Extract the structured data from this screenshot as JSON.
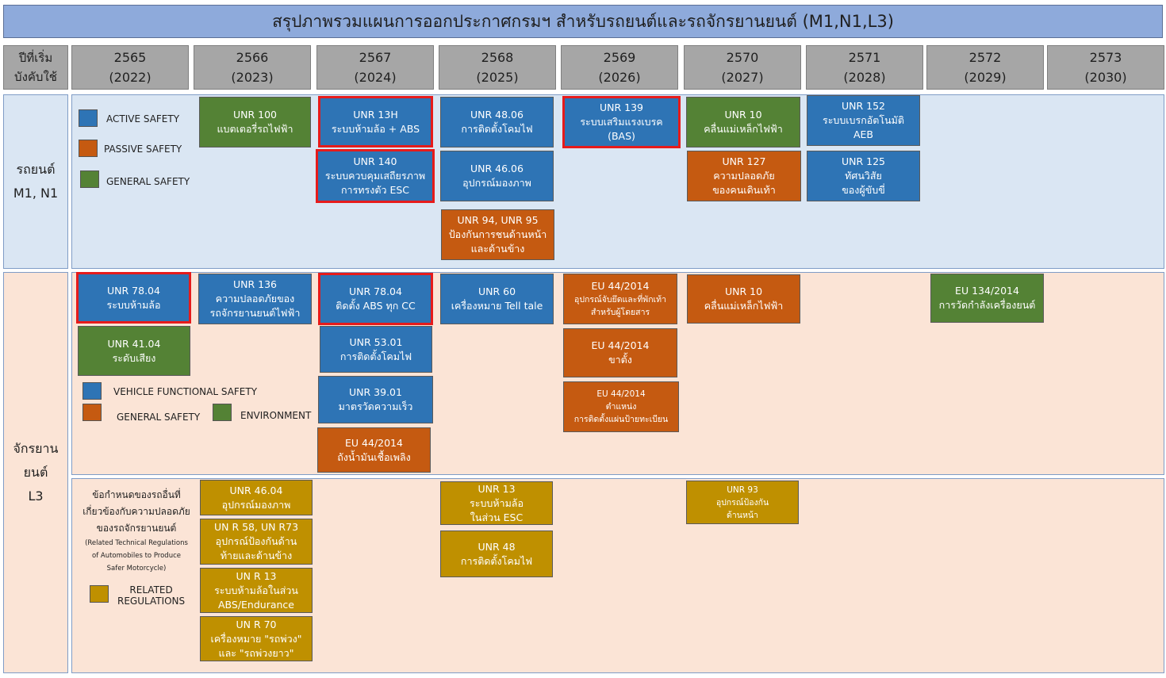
{
  "title": "สรุปภาพรวมแผนการออกประกาศกรมฯ สำหรับรถยนต์และรถจักรยานยนต์ (M1,N1,L3)",
  "header": {
    "first": [
      "ปีที่เริ่ม",
      "บังคับใช้"
    ],
    "years": [
      {
        "be": "2565",
        "ce": "(2022)"
      },
      {
        "be": "2566",
        "ce": "(2023)"
      },
      {
        "be": "2567",
        "ce": "(2024)"
      },
      {
        "be": "2568",
        "ce": "(2025)"
      },
      {
        "be": "2569",
        "ce": "(2026)"
      },
      {
        "be": "2570",
        "ce": "(2027)"
      },
      {
        "be": "2571",
        "ce": "(2028)"
      },
      {
        "be": "2572",
        "ce": "(2029)"
      },
      {
        "be": "2573",
        "ce": "(2030)"
      }
    ]
  },
  "sections": {
    "car_label": [
      "รถยนต์",
      "M1, N1"
    ],
    "moto_label": [
      "จักรยาน",
      "ยนต์",
      "L3"
    ]
  },
  "colors": {
    "active_safety": "#2e74b5",
    "passive_safety": "#c55a11",
    "general_safety": "#548235",
    "related": "#bf9000",
    "highlight": "#e61b1b"
  },
  "legend_car": {
    "active": "ACTIVE SAFETY",
    "passive": "PASSIVE SAFETY",
    "general": "GENERAL SAFETY"
  },
  "legend_moto": {
    "vehicle_functional": "VEHICLE FUNCTIONAL SAFETY",
    "general": "GENERAL SAFETY",
    "environment": "ENVIRONMENT"
  },
  "legend_related": {
    "note": [
      "ข้อกำหนดของรถอื่นที่",
      "เกี่ยวข้องกับความปลอดภัย",
      "ของรถจักรยานยนต์"
    ],
    "note_en": [
      "(Related Technical Regulations",
      "of Automobiles to Produce",
      "Safer Motorcycle)"
    ],
    "label": [
      "RELATED",
      "REGULATIONS"
    ]
  },
  "car_boxes": {
    "unr100": [
      "UNR 100",
      "แบตเตอรี่รถไฟฟ้า"
    ],
    "unr13h": [
      "UNR 13H",
      "ระบบห้ามล้อ + ABS"
    ],
    "unr140": [
      "UNR 140",
      "ระบบควบคุมเสถียรภาพ",
      "การทรงตัว ESC"
    ],
    "unr4806": [
      "UNR 48.06",
      "การติดตั้งโคมไฟ"
    ],
    "unr4606": [
      "UNR 46.06",
      "อุปกรณ์มองภาพ"
    ],
    "unr9495": [
      "UNR 94, UNR 95",
      "ป้องกันการชนด้านหน้า",
      "และด้านข้าง"
    ],
    "unr139": [
      "UNR 139",
      "ระบบเสริมแรงเบรค",
      "(BAS)"
    ],
    "unr10": [
      "UNR 10",
      "คลื่นแม่เหล็กไฟฟ้า"
    ],
    "unr127": [
      "UNR 127",
      "ความปลอดภัย",
      "ของคนเดินเท้า"
    ],
    "unr152": [
      "UNR 152",
      "ระบบเบรกอัตโนมัติ",
      "AEB"
    ],
    "unr125": [
      "UNR 125",
      "ทัศนวิสัย",
      "ของผู้ขับขี่"
    ]
  },
  "moto_boxes": {
    "unr7804a": [
      "UNR 78.04",
      "ระบบห้ามล้อ"
    ],
    "unr4104": [
      "UNR 41.04",
      "ระดับเสียง"
    ],
    "unr136": [
      "UNR 136",
      "ความปลอดภัยของ",
      "รถจักรยานยนต์ไฟฟ้า"
    ],
    "unr7804b": [
      "UNR 78.04",
      "ติดตั้ง ABS ทุก CC"
    ],
    "unr5301": [
      "UNR 53.01",
      "การติดตั้งโคมไฟ"
    ],
    "unr3901": [
      "UNR 39.01",
      "มาตรวัดความเร็ว"
    ],
    "eu_fuel": [
      "EU 44/2014",
      "ถังน้ำมันเชื้อเพลิง"
    ],
    "unr60": [
      "UNR 60",
      "เครื่องหมาย Tell tale"
    ],
    "eu_grip": [
      "EU 44/2014",
      "อุปกรณ์จับยึดและที่พักเท้า",
      "สำหรับผู้โดยสาร"
    ],
    "eu_stand": [
      "EU 44/2014",
      "ขาตั้ง"
    ],
    "eu_plate": [
      "EU 44/2014",
      "ตำแหน่ง",
      "การติดตั้งแผ่นป้ายทะเบียน"
    ],
    "unr10": [
      "UNR 10",
      "คลื่นแม่เหล็กไฟฟ้า"
    ],
    "eu134": [
      "EU 134/2014",
      "การวัดกำลังเครื่องยนต์"
    ]
  },
  "related_boxes": {
    "unr4604": [
      "UNR 46.04",
      "อุปกรณ์มองภาพ"
    ],
    "unr5873": [
      "UN R 58, UN R73",
      "อุปกรณ์ป้องกันด้าน",
      "ท้ายและด้านข้าง"
    ],
    "unr13abs": [
      "UN R 13",
      "ระบบห้ามล้อในส่วน",
      "ABS/Endurance"
    ],
    "unr70": [
      "UN R 70",
      "เครื่องหมาย \"รถพ่วง\"",
      "และ \"รถพ่วงยาว\""
    ],
    "unr13esc": [
      "UNR 13",
      "ระบบห้ามล้อ",
      "ในส่วน ESC"
    ],
    "unr48": [
      "UNR 48",
      "การติดตั้งโคมไฟ"
    ],
    "unr93": [
      "UNR 93",
      "อุปกรณ์ป้องกัน",
      "ด้านหน้า"
    ]
  }
}
